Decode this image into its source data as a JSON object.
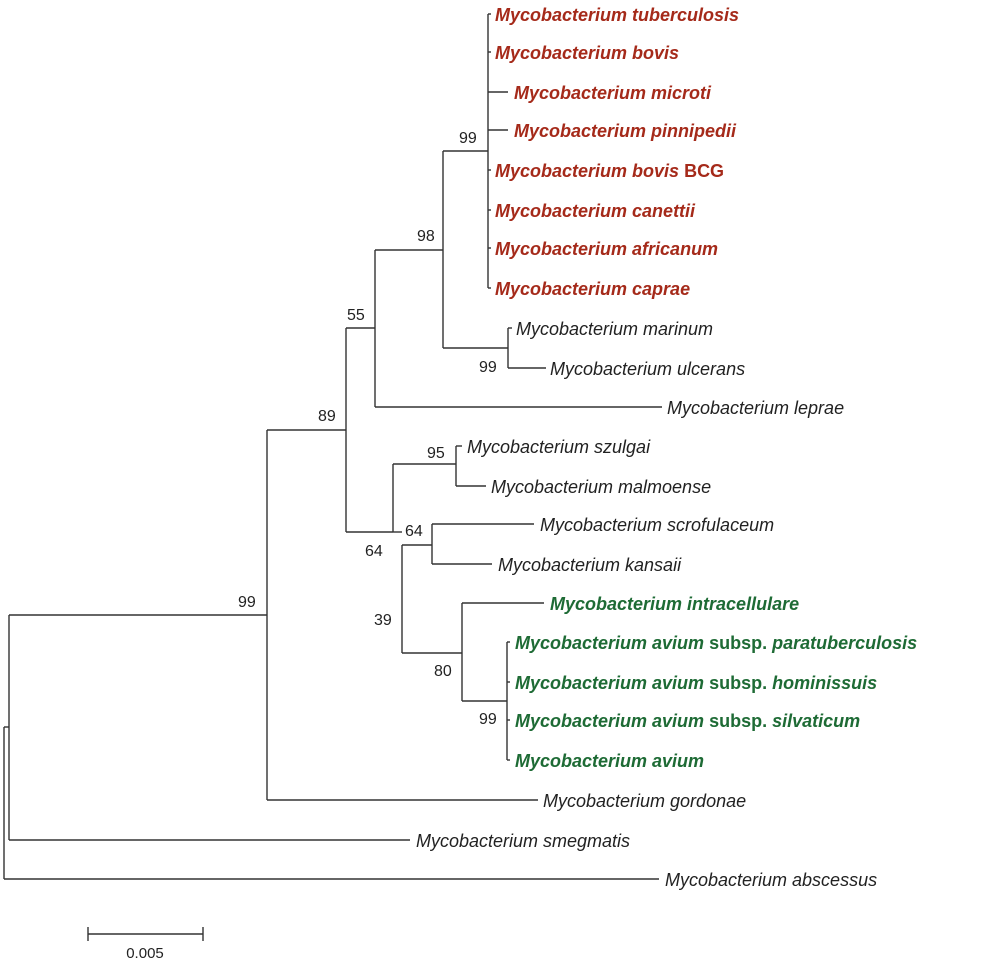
{
  "taxa": [
    {
      "id": "tb",
      "color": "#A52A1A",
      "bold": true,
      "parts": [
        {
          "t": "Mycobacterium tuberculosis",
          "i": true
        }
      ]
    },
    {
      "id": "bovis",
      "color": "#A52A1A",
      "bold": true,
      "parts": [
        {
          "t": "Mycobacterium bovis",
          "i": true
        }
      ]
    },
    {
      "id": "microti",
      "color": "#A52A1A",
      "bold": true,
      "parts": [
        {
          "t": "Mycobacterium microti",
          "i": true
        }
      ]
    },
    {
      "id": "pinnipedii",
      "color": "#A52A1A",
      "bold": true,
      "parts": [
        {
          "t": "Mycobacterium pinnipedii",
          "i": true
        }
      ]
    },
    {
      "id": "bcg",
      "color": "#A52A1A",
      "bold": true,
      "parts": [
        {
          "t": "Mycobacterium bovis",
          "i": true
        },
        {
          "t": " BCG",
          "i": false
        }
      ]
    },
    {
      "id": "canettii",
      "color": "#A52A1A",
      "bold": true,
      "parts": [
        {
          "t": "Mycobacterium canettii",
          "i": true
        }
      ]
    },
    {
      "id": "africanum",
      "color": "#A52A1A",
      "bold": true,
      "parts": [
        {
          "t": "Mycobacterium africanum",
          "i": true
        }
      ]
    },
    {
      "id": "caprae",
      "color": "#A52A1A",
      "bold": true,
      "parts": [
        {
          "t": "Mycobacterium caprae",
          "i": true
        }
      ]
    },
    {
      "id": "marinum",
      "color": "#222222",
      "bold": false,
      "parts": [
        {
          "t": "Mycobacterium marinum",
          "i": true
        }
      ]
    },
    {
      "id": "ulcerans",
      "color": "#222222",
      "bold": false,
      "parts": [
        {
          "t": "Mycobacterium ulcerans",
          "i": true
        }
      ]
    },
    {
      "id": "leprae",
      "color": "#222222",
      "bold": false,
      "parts": [
        {
          "t": "Mycobacterium leprae",
          "i": true
        }
      ]
    },
    {
      "id": "szulgai",
      "color": "#222222",
      "bold": false,
      "parts": [
        {
          "t": "Mycobacterium szulgai",
          "i": true
        }
      ]
    },
    {
      "id": "malmoense",
      "color": "#222222",
      "bold": false,
      "parts": [
        {
          "t": "Mycobacterium malmoense",
          "i": true
        }
      ]
    },
    {
      "id": "scrofulaceum",
      "color": "#222222",
      "bold": false,
      "parts": [
        {
          "t": "Mycobacterium scrofulaceum",
          "i": true
        }
      ]
    },
    {
      "id": "kansaii",
      "color": "#222222",
      "bold": false,
      "parts": [
        {
          "t": "Mycobacterium kansaii",
          "i": true
        }
      ]
    },
    {
      "id": "intracellulare",
      "color": "#1E6B35",
      "bold": true,
      "parts": [
        {
          "t": "Mycobacterium intracellulare",
          "i": true
        }
      ]
    },
    {
      "id": "paratb",
      "color": "#1E6B35",
      "bold": true,
      "parts": [
        {
          "t": "Mycobacterium avium",
          "i": true
        },
        {
          "t": " subsp. ",
          "i": false
        },
        {
          "t": "paratuberculosis",
          "i": true
        }
      ]
    },
    {
      "id": "hominissuis",
      "color": "#1E6B35",
      "bold": true,
      "parts": [
        {
          "t": "Mycobacterium avium",
          "i": true
        },
        {
          "t": " subsp. ",
          "i": false
        },
        {
          "t": "hominissuis",
          "i": true
        }
      ]
    },
    {
      "id": "silvaticum",
      "color": "#1E6B35",
      "bold": true,
      "parts": [
        {
          "t": "Mycobacterium avium",
          "i": true
        },
        {
          "t": " subsp. ",
          "i": false
        },
        {
          "t": "silvaticum",
          "i": true
        }
      ]
    },
    {
      "id": "avium",
      "color": "#1E6B35",
      "bold": true,
      "parts": [
        {
          "t": "Mycobacterium avium",
          "i": true
        }
      ]
    },
    {
      "id": "gordonae",
      "color": "#222222",
      "bold": false,
      "parts": [
        {
          "t": "Mycobacterium gordonae",
          "i": true
        }
      ]
    },
    {
      "id": "smegmatis",
      "color": "#222222",
      "bold": false,
      "parts": [
        {
          "t": "Mycobacterium smegmatis",
          "i": true
        }
      ]
    },
    {
      "id": "abscessus",
      "color": "#222222",
      "bold": false,
      "parts": [
        {
          "t": "Mycobacterium abscessus",
          "i": true
        }
      ]
    }
  ],
  "bootstrap": {
    "mtbc": "99",
    "mtbc_marinum": "98",
    "marinum_ulcerans": "99",
    "with_leprae": "55",
    "slow_growers": "89",
    "szulgai_malmoense": "95",
    "non_tb": "64",
    "scrof_kansaii": "64",
    "scrof_mac": "39",
    "mac": "80",
    "avium_subsp": "99",
    "root": "99"
  },
  "scale_bar": {
    "label": "0.005"
  }
}
